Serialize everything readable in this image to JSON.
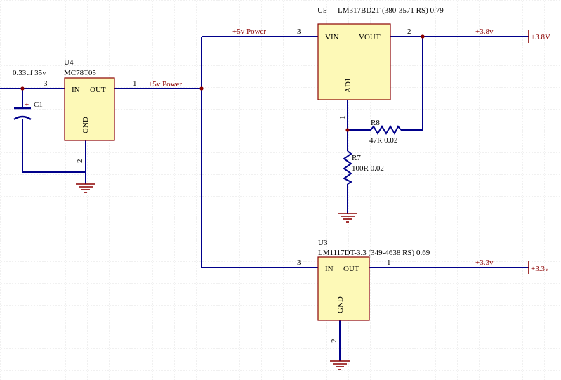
{
  "components": {
    "u4": {
      "designator": "U4",
      "part": "MC78T05",
      "pin_in": "IN",
      "pin_out": "OUT",
      "pin_gnd": "GND",
      "pin_in_num": "3",
      "pin_out_num": "1",
      "pin_gnd_num": "2"
    },
    "u5": {
      "designator": "U5",
      "part": "LM317BD2T (380-3571 RS) 0.79",
      "pin_vin": "VIN",
      "pin_vout": "VOUT",
      "pin_adj": "ADJ",
      "pin_vin_num": "3",
      "pin_vout_num": "2",
      "pin_adj_num": "1"
    },
    "u3": {
      "designator": "U3",
      "part": "LM1117DT-3.3 (349-4638 RS) 0.69",
      "pin_in": "IN",
      "pin_out": "OUT",
      "pin_gnd": "GND",
      "pin_in_num": "3",
      "pin_out_num": "1",
      "pin_gnd_num": "2"
    },
    "c1": {
      "designator": "C1",
      "value": "0.33uf 35v",
      "polarity": "+"
    },
    "r8": {
      "designator": "R8",
      "value": "47R 0.02"
    },
    "r7": {
      "designator": "R7",
      "value": "100R 0.02"
    }
  },
  "nets": {
    "u4_out": "+5v Power",
    "u5_in": "+5v Power",
    "u5_out": "+3.8v",
    "u3_out": "+3.3v"
  },
  "ports": {
    "p38": "+3.8V",
    "p33": "+3.3v"
  },
  "colors": {
    "wire": "#00008b",
    "component_fill": "#fdf9b7",
    "component_border": "#8b0000",
    "grid": "#e6e6e6"
  }
}
